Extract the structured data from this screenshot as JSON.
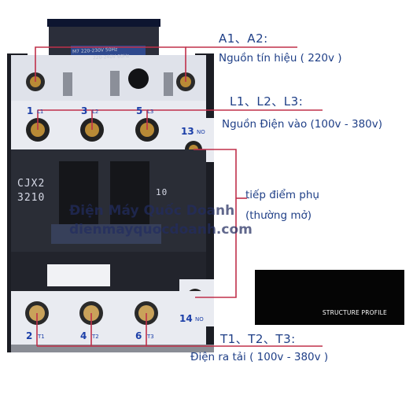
{
  "labels": {
    "coil_terminals": "A1、A2:",
    "coil_desc": "Nguồn tín hiệu ( 220v )",
    "input_terminals": "L1、L2、L3:",
    "input_desc": "Nguồn Điện vào (100v - 380v)",
    "aux_line1": "tiếp điểm phụ",
    "aux_line2": "(thường mở)",
    "output_terminals": "T1、T2、T3:",
    "output_desc": "Điện ra tải ( 100v - 380v )"
  },
  "watermark": {
    "line1": "Điện Máy Quốc Doanh",
    "line2": "dienmayquocdoanh.com"
  },
  "promo": {
    "text": "STRUCTURE PROFILE"
  },
  "device": {
    "model_line1": "CJX2",
    "model_line2": "3210",
    "nameplate_1": "M7  220-230V 50Hz",
    "nameplate_2": "220-240V 60Hz",
    "terminal_top": {
      "n1": "1",
      "l1": "L1",
      "n3": "3",
      "l2": "L2",
      "n5": "5",
      "l3": "L3"
    },
    "aux_top": {
      "n13": "13",
      "no": "NO"
    },
    "aux_bottom": {
      "n14": "14",
      "no": "NO"
    },
    "terminal_bottom": {
      "n2": "2",
      "t1": "T1",
      "n4": "4",
      "t2": "T2",
      "n6": "6",
      "t3": "T3"
    },
    "front_number": "10"
  },
  "colors": {
    "label_text": "#1f3f87",
    "guide_line": "#c0304a",
    "device_body": "#2a2d36",
    "terminal_bar": "#e9ebf1"
  }
}
